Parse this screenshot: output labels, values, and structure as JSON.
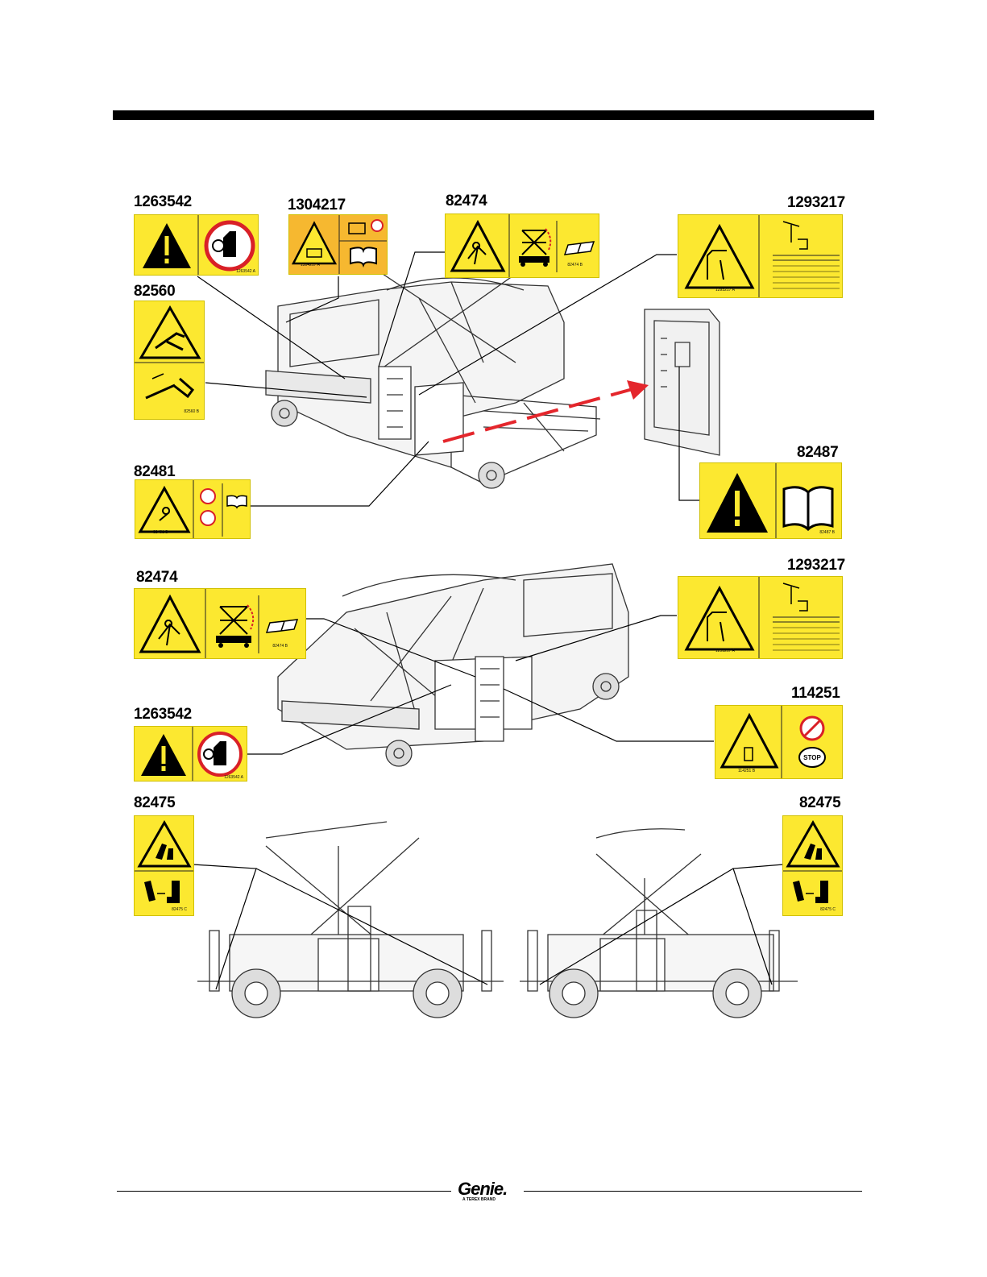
{
  "labels": {
    "l1263542a": "1263542",
    "l1304217": "1304217",
    "l82474a": "82474",
    "l1293217a": "1293217",
    "l82560": "82560",
    "l82481": "82481",
    "l82487": "82487",
    "l82474b": "82474",
    "l1293217b": "1293217",
    "l114251": "114251",
    "l1263542b": "1263542",
    "l82475a": "82475",
    "l82475b": "82475"
  },
  "decal_codes": {
    "c1263542": "1263542 A",
    "c1304217": "1304217 A",
    "c82474": "82474 B",
    "c1293217": "1293217 A",
    "c82560": "82560 B",
    "c82481": "82481 B",
    "c82487": "82487 B",
    "c114251": "114251 B",
    "c82475": "82475 C"
  },
  "stop_text": "STOP",
  "footer": {
    "brand": "Genie.",
    "tagline": "A TEREX BRAND"
  },
  "colors": {
    "decal_yellow": "#fce830",
    "decal_orange": "#f6b830",
    "arrow_red": "#e4262c"
  }
}
